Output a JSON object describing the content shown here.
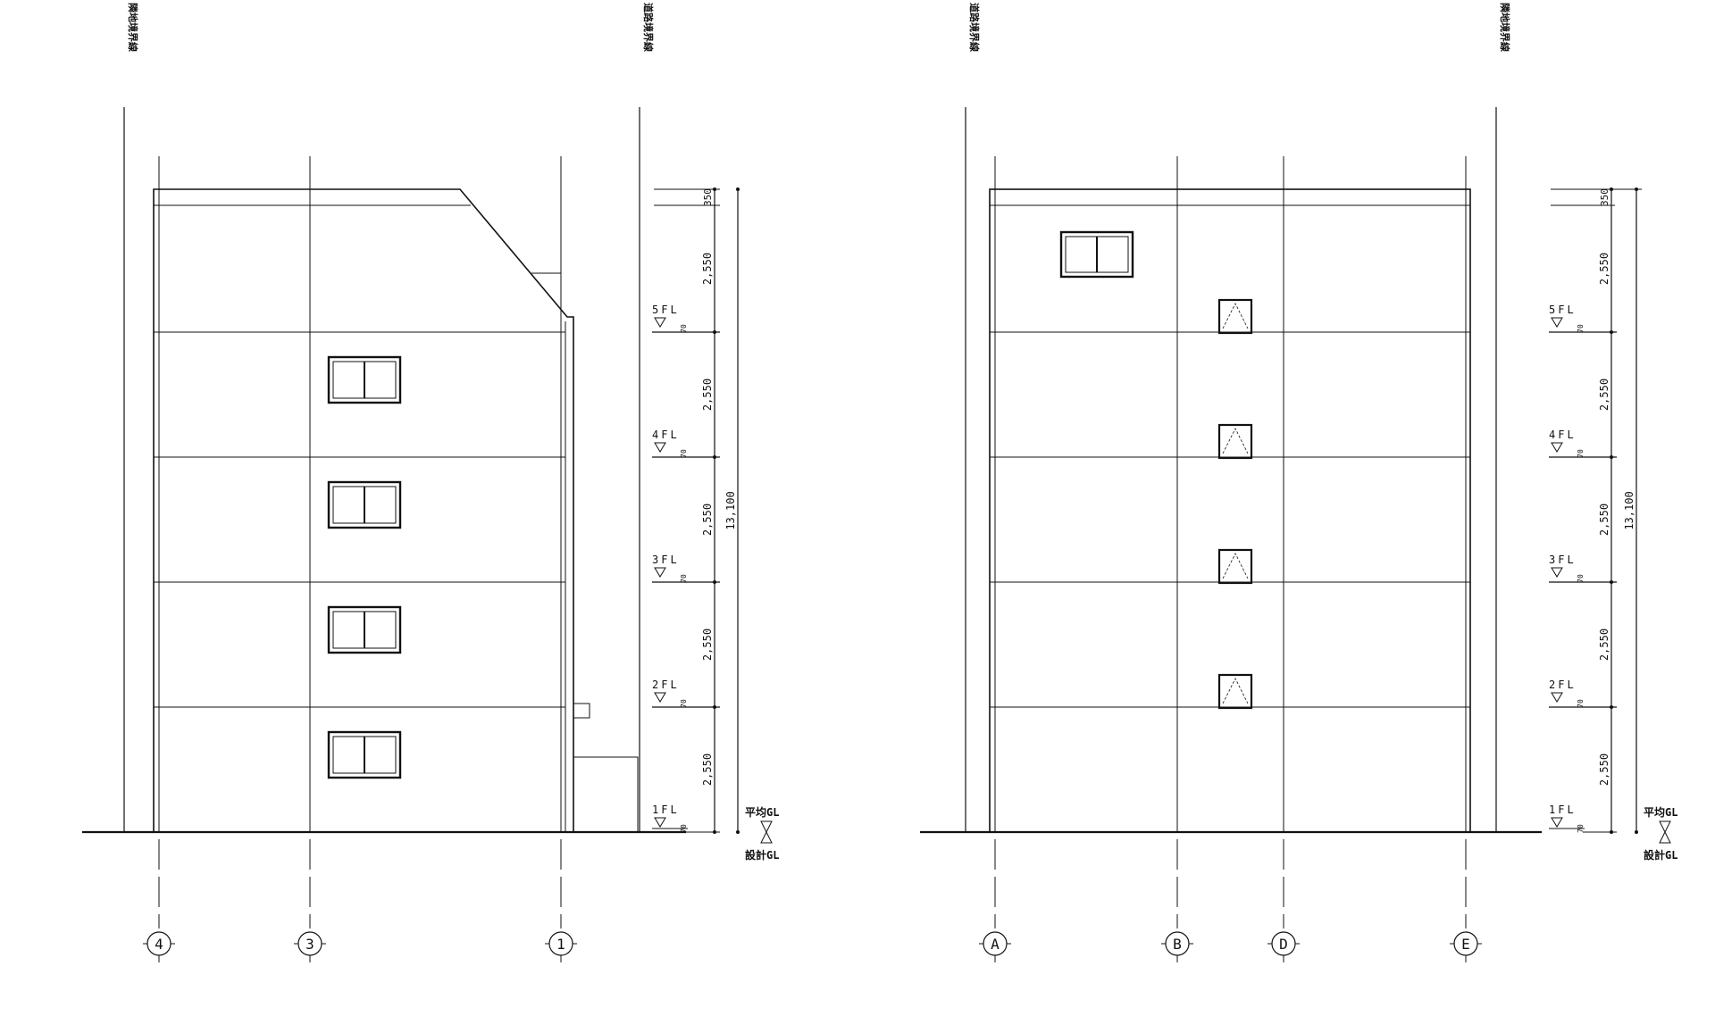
{
  "elevations": [
    {
      "id": "left",
      "boundary_left": "隣地境界線",
      "boundary_right": "道路境界線",
      "grid_labels": [
        "4",
        "3",
        "1"
      ]
    },
    {
      "id": "right",
      "boundary_left": "道路境界線",
      "boundary_right": "隣地境界線",
      "grid_labels": [
        "A",
        "B",
        "D",
        "E"
      ]
    }
  ],
  "floor_labels": [
    "5FL",
    "4FL",
    "3FL",
    "2FL",
    "1FL"
  ],
  "floor_dims": [
    "350",
    "2,550",
    "2,550",
    "2,550",
    "2,550",
    "2,550"
  ],
  "total_height": "13,100",
  "gl_mean": "平均GL",
  "gl_design": "設計GL",
  "small_dim": "70",
  "colors": {
    "line": "#111111",
    "background": "#ffffff"
  }
}
